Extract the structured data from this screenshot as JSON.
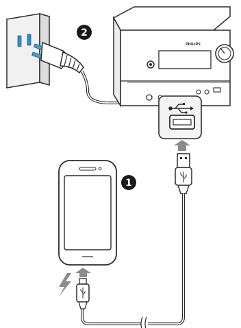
{
  "steps": {
    "step_1": "1",
    "step_2": "2"
  },
  "device": {
    "brand_label": "PHILIPS"
  },
  "icons": {
    "usb_symbol": "usb-icon",
    "charge_symbol": "lightning-icon",
    "plug": "power-plug-icon",
    "outlet": "wall-outlet-icon"
  },
  "colors": {
    "outline": "#2b2b2b",
    "arrow_fill": "#8c8c8c",
    "outlet_slot": "#2e8fc8",
    "plug_tip": "#3aa0d8",
    "badge": "#1a1a1a",
    "panel": "#f4f4f4"
  }
}
